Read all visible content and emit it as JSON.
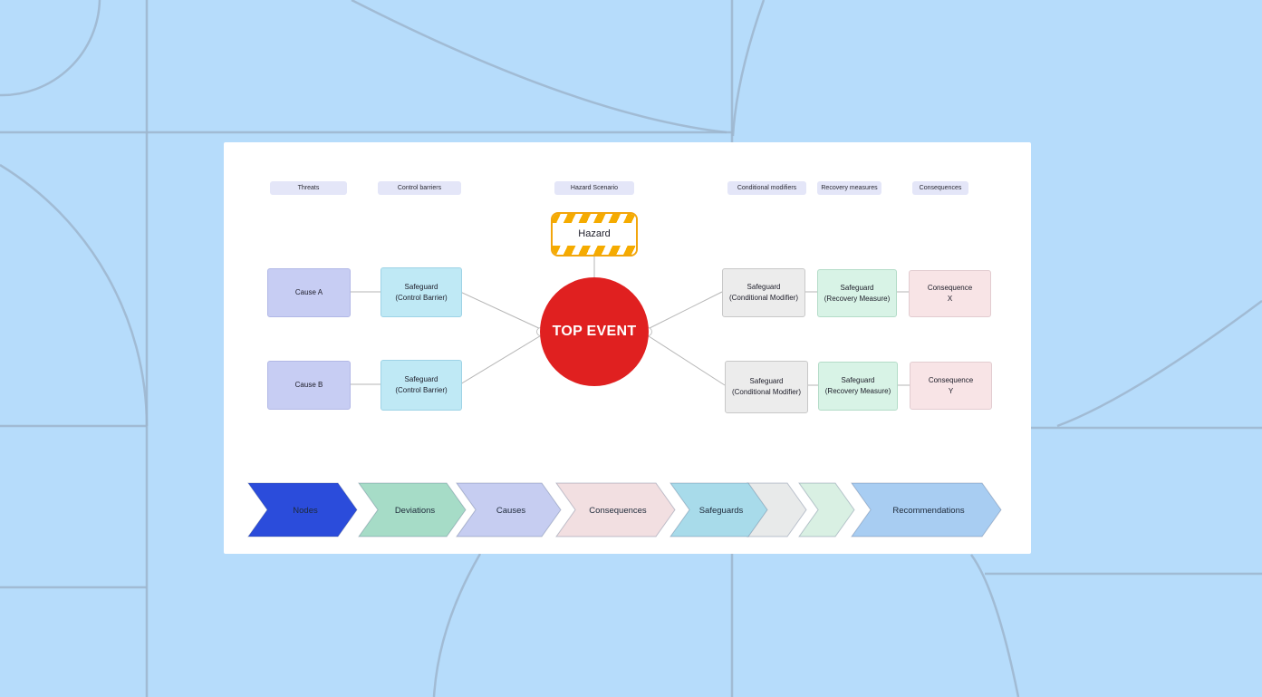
{
  "palette": {
    "page_background": "#b6dcfb",
    "decor_line": "#9db5cd",
    "card_background": "#ffffff",
    "connector_line": "#b6b6b6",
    "column_chip_background": "#e4e6f8",
    "cause_fill": "#c7cdf3",
    "control_barrier_fill": "#bfe9f5",
    "conditional_modifier_fill": "#ececec",
    "recovery_measure_fill": "#d8f3e6",
    "consequence_fill": "#f8e4e6",
    "top_event_fill": "#e02020",
    "hazard_stripe_orange": "#f5ab00"
  },
  "columns": {
    "labels": [
      "Threats",
      "Control barriers",
      "Hazard Scenario",
      "Conditional modifiers",
      "Recovery measures",
      "Consequences"
    ]
  },
  "bowtie": {
    "hazard": {
      "label": "Hazard"
    },
    "top_event": {
      "label": "TOP EVENT"
    },
    "causes": [
      {
        "label": "Cause A"
      },
      {
        "label": "Cause B"
      }
    ],
    "control_barriers": [
      {
        "line1": "Safeguard",
        "line2": "(Control Barrier)"
      },
      {
        "line1": "Safeguard",
        "line2": "(Control Barrier)"
      }
    ],
    "conditional_modifiers": [
      {
        "line1": "Safeguard",
        "line2": "(Conditional Modifier)"
      },
      {
        "line1": "Safeguard",
        "line2": "(Conditional Modifier)"
      }
    ],
    "recovery_measures": [
      {
        "line1": "Safeguard",
        "line2": "(Recovery Measure)"
      },
      {
        "line1": "Safeguard",
        "line2": "(Recovery Measure)"
      }
    ],
    "consequences": [
      {
        "line1": "Consequence",
        "line2": "X"
      },
      {
        "line1": "Consequence",
        "line2": "Y"
      }
    ]
  },
  "process_steps": [
    {
      "label": "Nodes",
      "fill": "#2b4cdb",
      "text": "#ffffff"
    },
    {
      "label": "Deviations",
      "fill": "#a6dcc7",
      "text": "#1e2a3a"
    },
    {
      "label": "Causes",
      "fill": "#c6cdf1",
      "text": "#1e2a3a"
    },
    {
      "label": "Consequences",
      "fill": "#f2dfe1",
      "text": "#1e2a3a"
    },
    {
      "label": "Safeguards",
      "fill": "#a8dbea",
      "text": "#1e2a3a",
      "layers": [
        "#e8eaea",
        "#d9f0e3"
      ]
    },
    {
      "label": "Recommendations",
      "fill": "#a8cdf2",
      "text": "#1e2a3a"
    }
  ]
}
